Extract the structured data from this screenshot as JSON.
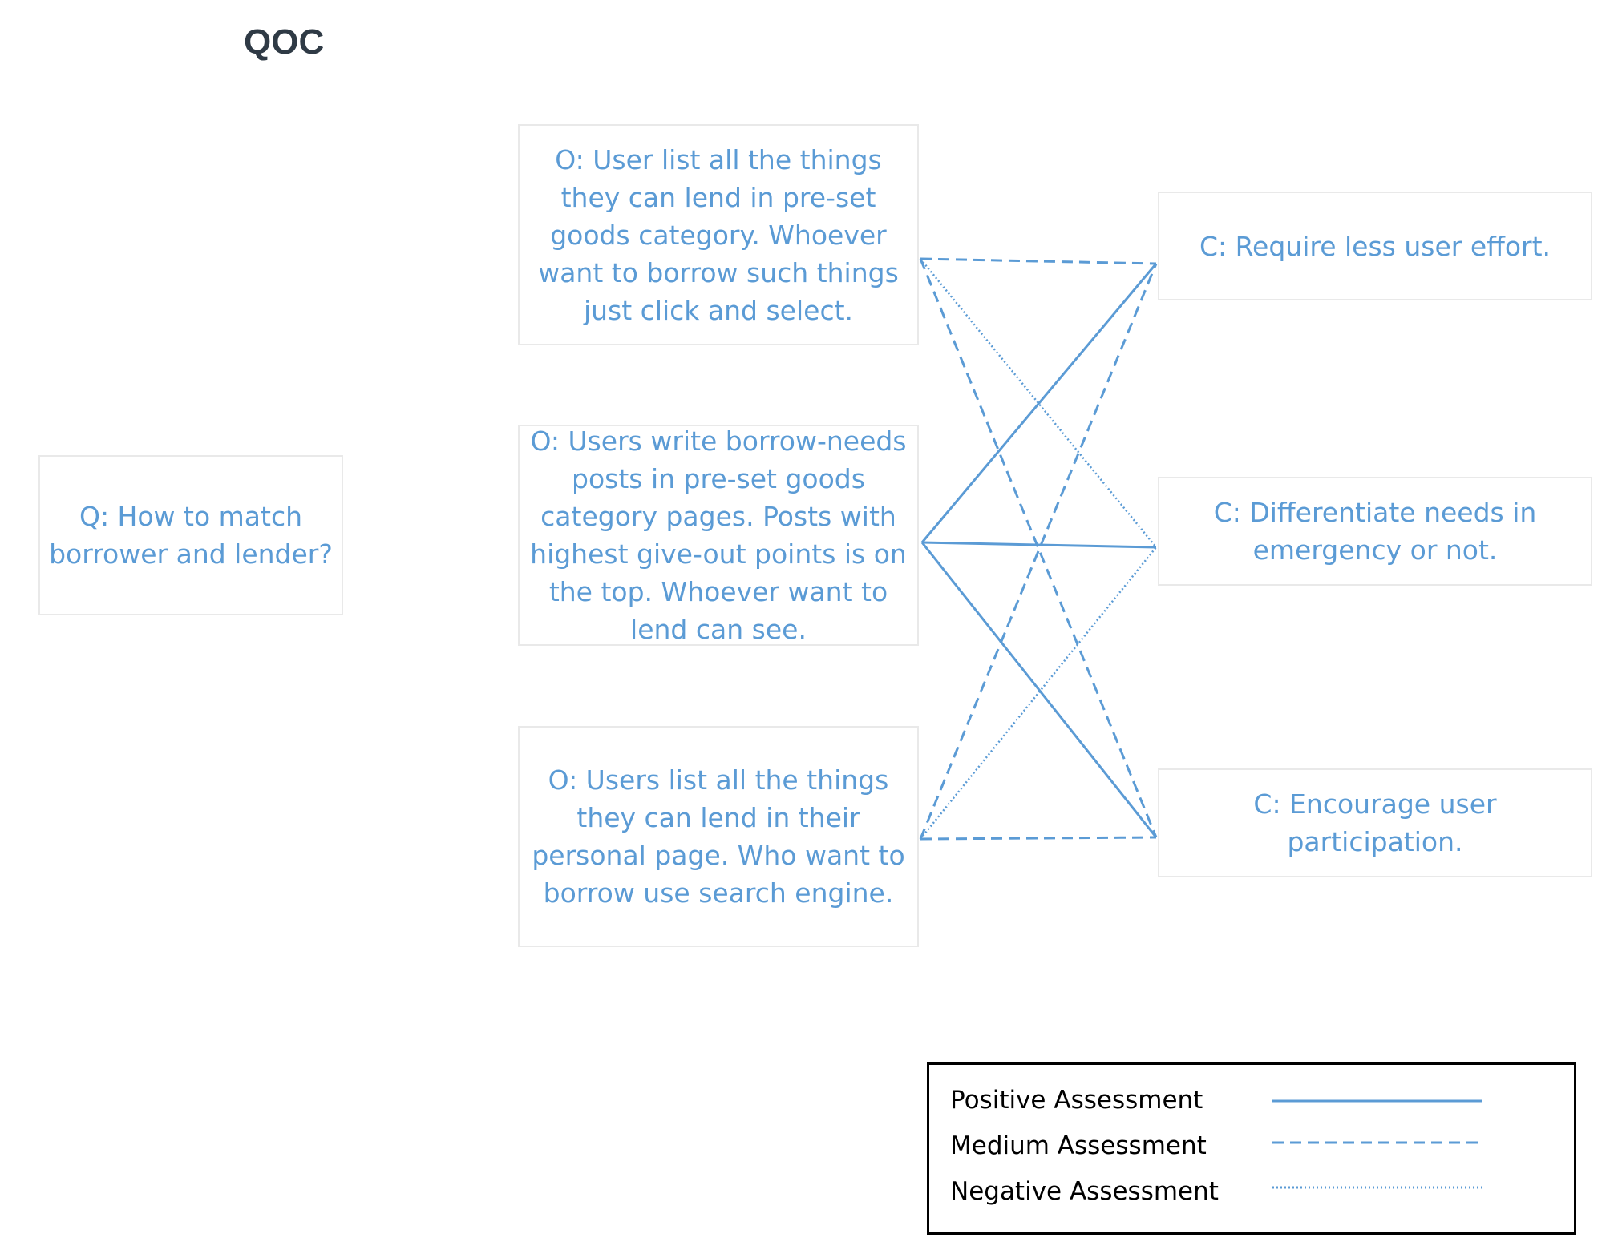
{
  "title": "QOC",
  "question": {
    "text": "Q: How to match borrower and lender?"
  },
  "options": [
    {
      "id": "o1",
      "text": "O: User list all the things they can lend in pre-set goods category. Whoever want to borrow such things just click and select."
    },
    {
      "id": "o2",
      "text": "O: Users write borrow-needs posts in pre-set goods category pages. Posts with highest give-out points is on the top. Whoever want to lend can see."
    },
    {
      "id": "o3",
      "text": "O: Users list all the things they can lend in their personal page. Who want to borrow use search engine."
    }
  ],
  "criteria": [
    {
      "id": "c1",
      "text": "C: Require less user effort."
    },
    {
      "id": "c2",
      "text": "C: Differentiate needs in emergency or not."
    },
    {
      "id": "c3",
      "text": "C: Encourage user participation."
    }
  ],
  "assessments": [
    {
      "from": "o1",
      "to": "c1",
      "type": "medium"
    },
    {
      "from": "o1",
      "to": "c2",
      "type": "negative"
    },
    {
      "from": "o1",
      "to": "c3",
      "type": "medium"
    },
    {
      "from": "o2",
      "to": "c1",
      "type": "positive"
    },
    {
      "from": "o2",
      "to": "c2",
      "type": "positive"
    },
    {
      "from": "o2",
      "to": "c3",
      "type": "positive"
    },
    {
      "from": "o3",
      "to": "c1",
      "type": "medium"
    },
    {
      "from": "o3",
      "to": "c2",
      "type": "negative"
    },
    {
      "from": "o3",
      "to": "c3",
      "type": "medium"
    }
  ],
  "legend": {
    "positive": "Positive Assessment",
    "medium": "Medium Assessment",
    "negative": "Negative Assessment"
  },
  "colors": {
    "text": "#5b9bd5",
    "line": "#5b9bd5",
    "box_border": "#e9e9e9",
    "title": "#2f3a45"
  }
}
